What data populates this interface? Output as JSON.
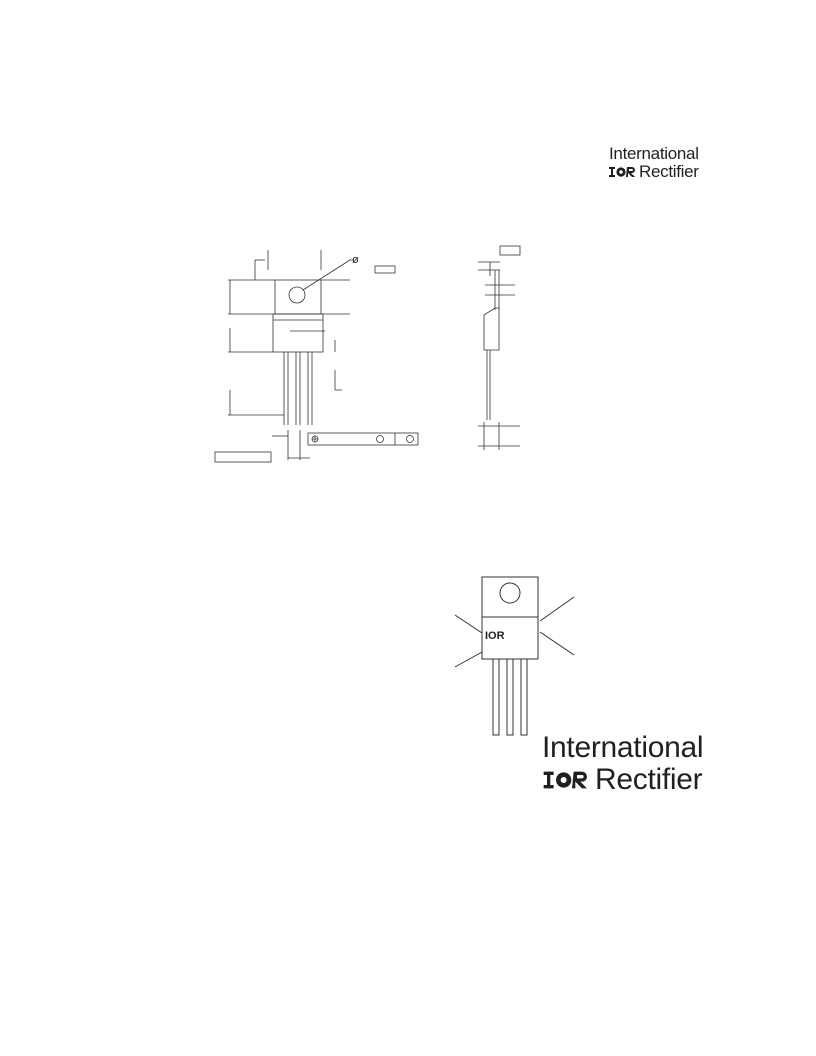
{
  "header_logo": {
    "line1": "International",
    "line2": "Rectifier",
    "mark": "IOR"
  },
  "outline_drawing": {
    "diameter_symbol": "ø"
  },
  "part_marking": {
    "device_logo": "IOR"
  },
  "footer_logo": {
    "line1": "International",
    "line2": "Rectifier",
    "mark": "IOR"
  },
  "colors": {
    "ink": "#231f20",
    "line": "#333333",
    "paper": "#ffffff"
  },
  "icons": [
    "ior-logo-icon",
    "to220-package-icon",
    "mounting-hole-icon"
  ]
}
